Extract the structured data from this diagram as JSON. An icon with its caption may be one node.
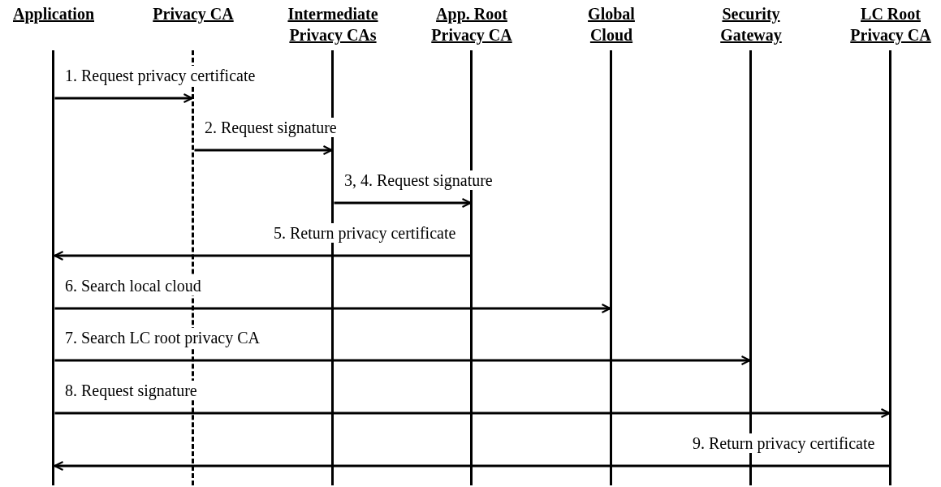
{
  "diagram": {
    "nodes": [
      {
        "text": [
          "Application"
        ]
      },
      {
        "text": [
          "Privacy CA"
        ]
      },
      {
        "text": [
          "Intermediate Privacy CAs"
        ]
      },
      {
        "text": [
          "App. Root Privacy CA"
        ]
      },
      {
        "text": [
          "Global Cloud"
        ]
      },
      {
        "text": [
          "Security Gateway"
        ]
      },
      {
        "text": [
          "LC Root Privacy CA"
        ]
      }
    ],
    "edges": [
      {
        "from": 0,
        "to": 1,
        "arrow": "to",
        "label": "1. Request privacy certificate"
      },
      {
        "from": 1,
        "to": 2,
        "arrow": "to",
        "label": "2. Request signature"
      },
      {
        "from": 2,
        "to": 3,
        "arrow": "to",
        "label": "3, 4. Request signature"
      },
      {
        "from": 3,
        "to": 0,
        "arrow": "to",
        "label": "5. Return privacy certificate"
      },
      {
        "from": 0,
        "to": 4,
        "arrow": "to",
        "label": "6. Search local cloud"
      },
      {
        "from": 0,
        "to": 5,
        "arrow": "to",
        "label": "7. Search LC root privacy CA"
      },
      {
        "from": 0,
        "to": 6,
        "arrow": "to",
        "label": "8. Request signature"
      },
      {
        "from": 6,
        "to": 0,
        "arrow": "to",
        "label": "9. Return privacy certificate"
      }
    ]
  }
}
